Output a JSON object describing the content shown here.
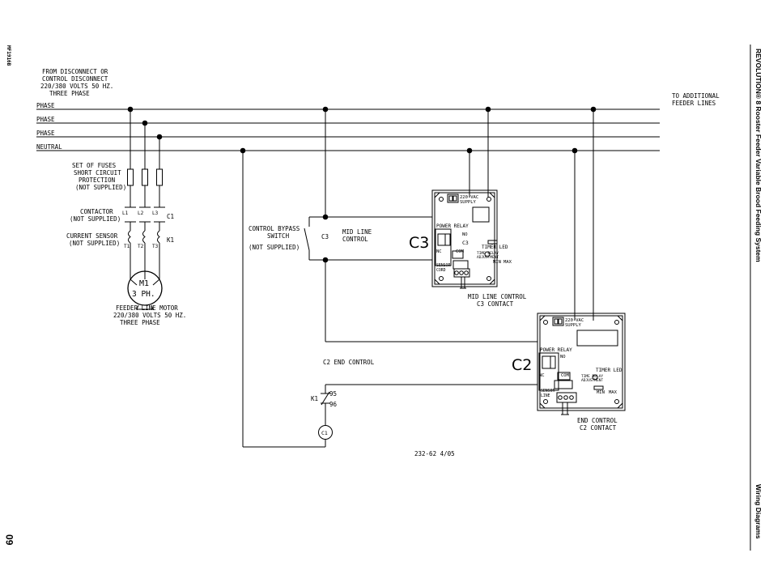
{
  "doc_code": "MF1916B",
  "page_number": "60",
  "side_title": "REVOLUTION® 8 Rooster Feeder Variable Brood Feeding System",
  "side_section": "Wiring Diagrams",
  "source_lines": [
    "FROM DISCONNECT OR",
    "CONTROL DISCONNECT",
    "220/380 VOLTS 50 HZ.",
    "THREE PHASE"
  ],
  "to_additional": [
    "TO ADDITIONAL",
    "FEEDER LINES"
  ],
  "bus_labels": [
    "PHASE",
    "PHASE",
    "PHASE",
    "NEUTRAL"
  ],
  "fuses_label": [
    "SET OF FUSES",
    "SHORT CIRCUIT",
    "PROTECTION",
    "(NOT SUPPLIED)"
  ],
  "contactor_label": [
    "CONTACTOR",
    "(NOT SUPPLIED)"
  ],
  "current_sensor_label": [
    "CURRENT SENSOR",
    "(NOT SUPPLIED)"
  ],
  "terminals": {
    "l1": "L1",
    "l2": "L2",
    "l3": "L3",
    "t1": "T1",
    "t2": "T2",
    "t3": "T3",
    "c1": "C1",
    "k1": "K1"
  },
  "motor": {
    "line1": "M1",
    "line2": "3 PH."
  },
  "motor_label": [
    "FEEDER LINE MOTOR",
    "220/380 VOLTS 50 HZ.",
    "THREE PHASE"
  ],
  "bypass_label": [
    "CONTROL BYPASS",
    "SWITCH",
    "(NOT SUPPLIED)"
  ],
  "bypass_c3": "C3",
  "mid_line_label": [
    "MID LINE",
    "CONTROL"
  ],
  "c2_end_label": "C2  END CONTROL",
  "k1_contacts": {
    "k1": "K1",
    "n95": "95",
    "n96": "96"
  },
  "c1_coil": "C1",
  "drawing_code": "232-62 4/05",
  "control_c3": {
    "big": "C3",
    "supply": [
      "220 VAC",
      "SUPPLY"
    ],
    "power_relay": "POWER  RELAY",
    "no": "NO",
    "nc": "NC",
    "com": "COM",
    "small": "C3",
    "timer_led": "TIMER LED",
    "time_delay": [
      "TIME DELAY",
      "ADJUSTMENT"
    ],
    "min": "MIN",
    "max": "MAX",
    "sensor": [
      "SENSOR",
      "CORD"
    ],
    "caption": [
      "MID LINE CONTROL",
      "C3 CONTACT"
    ]
  },
  "control_c2": {
    "big": "C2",
    "supply": [
      "220 VAC",
      "SUPPLY"
    ],
    "power_relay": "POWER  RELAY",
    "no": "NO",
    "nc": "NC",
    "com": "COM",
    "timer_led": "TIMER LED",
    "time_delay": [
      "TIME DELAY",
      "ADJUSTMENT"
    ],
    "min": "MIN",
    "max": "MAX",
    "sensor": [
      "SENSOR",
      "LINE"
    ],
    "caption": [
      "END CONTROL",
      "C2 CONTACT"
    ]
  }
}
